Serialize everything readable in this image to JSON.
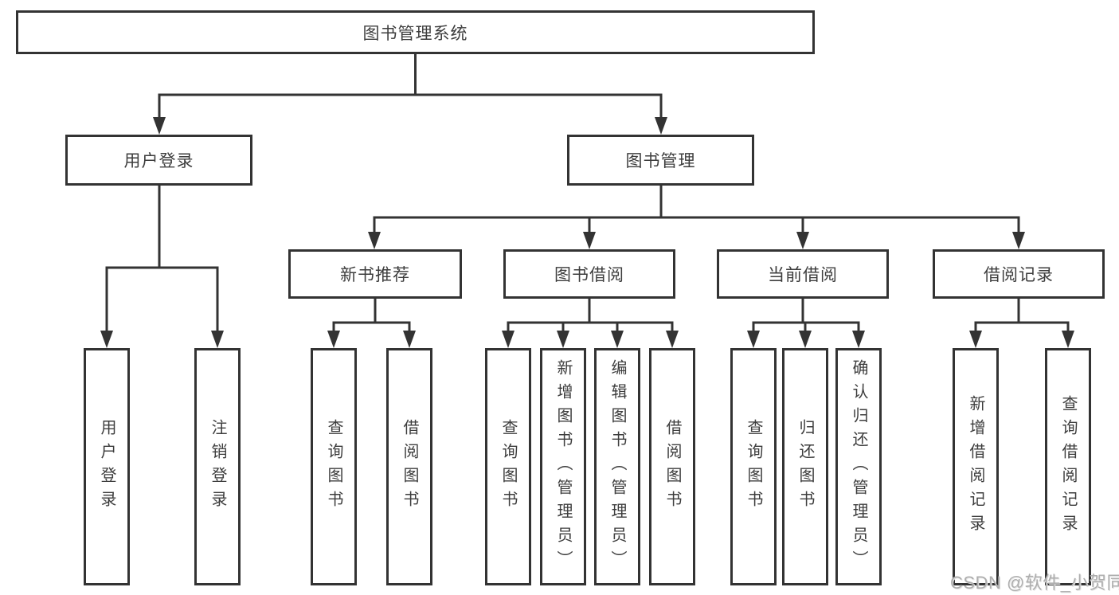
{
  "diagram": {
    "root": {
      "label": "图书管理系统"
    },
    "level2": [
      {
        "id": "user-login",
        "label": "用户登录"
      },
      {
        "id": "book-management",
        "label": "图书管理"
      }
    ],
    "level3": [
      {
        "id": "new-book-recommend",
        "label": "新书推荐",
        "parent": "图书管理"
      },
      {
        "id": "book-borrow",
        "label": "图书借阅",
        "parent": "图书管理"
      },
      {
        "id": "current-borrow",
        "label": "当前借阅",
        "parent": "图书管理"
      },
      {
        "id": "borrow-records",
        "label": "借阅记录",
        "parent": "图书管理"
      }
    ],
    "leaves": [
      {
        "parent": "用户登录",
        "label": "用户登录"
      },
      {
        "parent": "用户登录",
        "label": "注销登录"
      },
      {
        "parent": "新书推荐",
        "label": "查询图书"
      },
      {
        "parent": "新书推荐",
        "label": "借阅图书"
      },
      {
        "parent": "图书借阅",
        "label": "查询图书"
      },
      {
        "parent": "图书借阅",
        "label": "新增图书（管理员）"
      },
      {
        "parent": "图书借阅",
        "label": "编辑图书（管理员）"
      },
      {
        "parent": "图书借阅",
        "label": "借阅图书"
      },
      {
        "parent": "当前借阅",
        "label": "查询图书"
      },
      {
        "parent": "当前借阅",
        "label": "归还图书"
      },
      {
        "parent": "当前借阅",
        "label": "确认归还（管理员）"
      },
      {
        "parent": "借阅记录",
        "label": "新增借阅记录"
      },
      {
        "parent": "借阅记录",
        "label": "查询借阅记录"
      }
    ],
    "line_color": "#333333",
    "text_color": "#3d3d3d"
  },
  "watermark": {
    "text": "CSDN @软件_小贺同学",
    "color": "#aeaeae"
  }
}
